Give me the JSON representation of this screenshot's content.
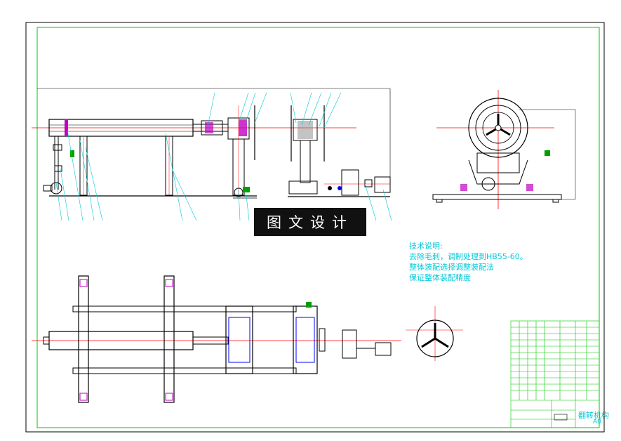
{
  "banner": {
    "text": "图文设计"
  },
  "notes": {
    "heading": "技术说明:",
    "items": [
      "去除毛刺，调制处理到HB55-60。",
      "整体装配选择调整装配法",
      "保证整体装配精度"
    ]
  },
  "title_block": {
    "title": "翻转机构",
    "sheet_size": "A0"
  },
  "colors": {
    "frame_outer": "#000000",
    "frame_inner": "#00c800",
    "outline": "#000000",
    "hidden": "#0000ff",
    "centerline": "#ff0000",
    "leader": "#00c8d8",
    "accent": "#c000c0"
  }
}
